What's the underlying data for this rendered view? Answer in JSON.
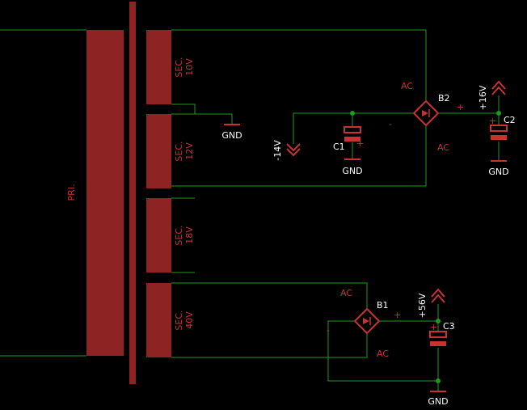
{
  "colors": {
    "background": "#000000",
    "wire": "#1f9a1f",
    "symbol": "#c83232",
    "transformer": "#8e2323",
    "label_light": "#ffffff"
  },
  "transformer": {
    "primary_label": "PRI.",
    "secondaries": [
      {
        "label": "SEC.\n10V"
      },
      {
        "label": "SEC.\n12V"
      },
      {
        "label": "SEC.\n18V"
      },
      {
        "label": "SEC.\n40V"
      }
    ]
  },
  "bridge_b2": {
    "name": "B2",
    "ac_top": "AC",
    "ac_bottom": "AC",
    "plus": "+",
    "minus": "-"
  },
  "bridge_b1": {
    "name": "B1",
    "ac_top": "AC",
    "ac_bottom": "AC",
    "plus": "+",
    "minus": "-"
  },
  "capacitors": {
    "c1": {
      "name": "C1",
      "plus": "+"
    },
    "c2": {
      "name": "C2",
      "plus": "+"
    },
    "c3": {
      "name": "C3",
      "plus": "+"
    }
  },
  "supplies": {
    "v_neg14": "-14V",
    "v_pos16": "+16V",
    "v_pos56": "+56V"
  },
  "grounds": {
    "gnd_tap": "GND",
    "gnd_c1": "GND",
    "gnd_c2": "GND",
    "gnd_c3": "GND"
  }
}
